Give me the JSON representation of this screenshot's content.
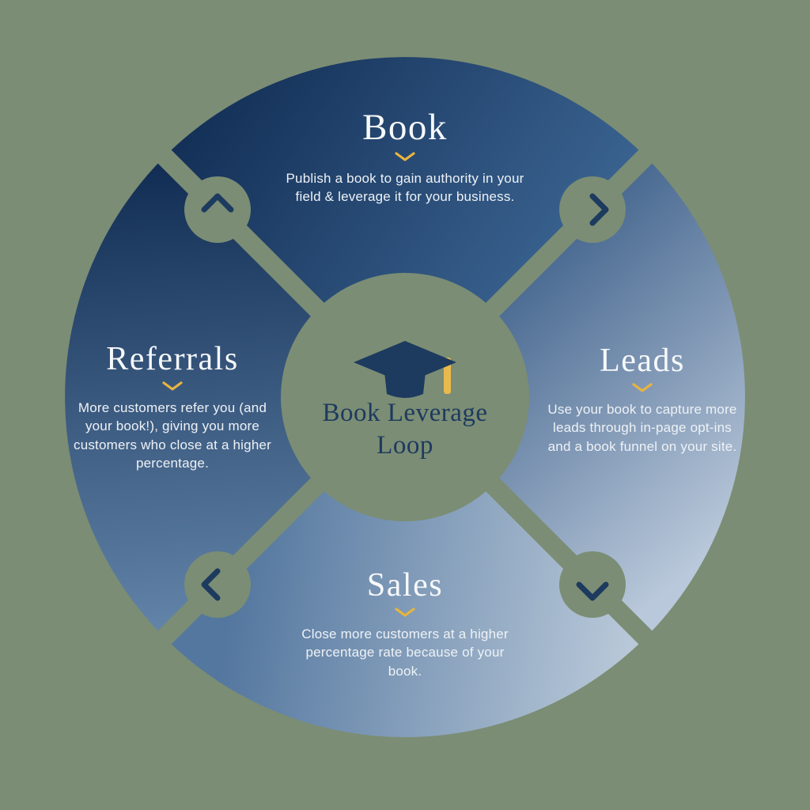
{
  "title": "Book Leverage Loop",
  "colors": {
    "background_green": "#7b8d74",
    "navy_dark": "#14315a",
    "steel_light": "#c9d5e2",
    "accent_gold": "#e8b440",
    "text_white": "#f4f6f8",
    "center_text_navy": "#1d3a5f"
  },
  "center": {
    "icon": "graduation-cap-icon",
    "line1": "Book Leverage",
    "line2": "Loop"
  },
  "quadrants": [
    {
      "id": "book",
      "label": "Book",
      "description": "Publish a book to gain authority in your field & leverage it for your business."
    },
    {
      "id": "leads",
      "label": "Leads",
      "description": "Use your book to capture more leads through in-page opt-ins and a book funnel on your site."
    },
    {
      "id": "sales",
      "label": "Sales",
      "description": "Close more customers at a higher percentage rate because of your book."
    },
    {
      "id": "referrals",
      "label": "Referrals",
      "description": "More customers refer you (and your book!), giving you more customers who close at a higher percentage."
    }
  ]
}
